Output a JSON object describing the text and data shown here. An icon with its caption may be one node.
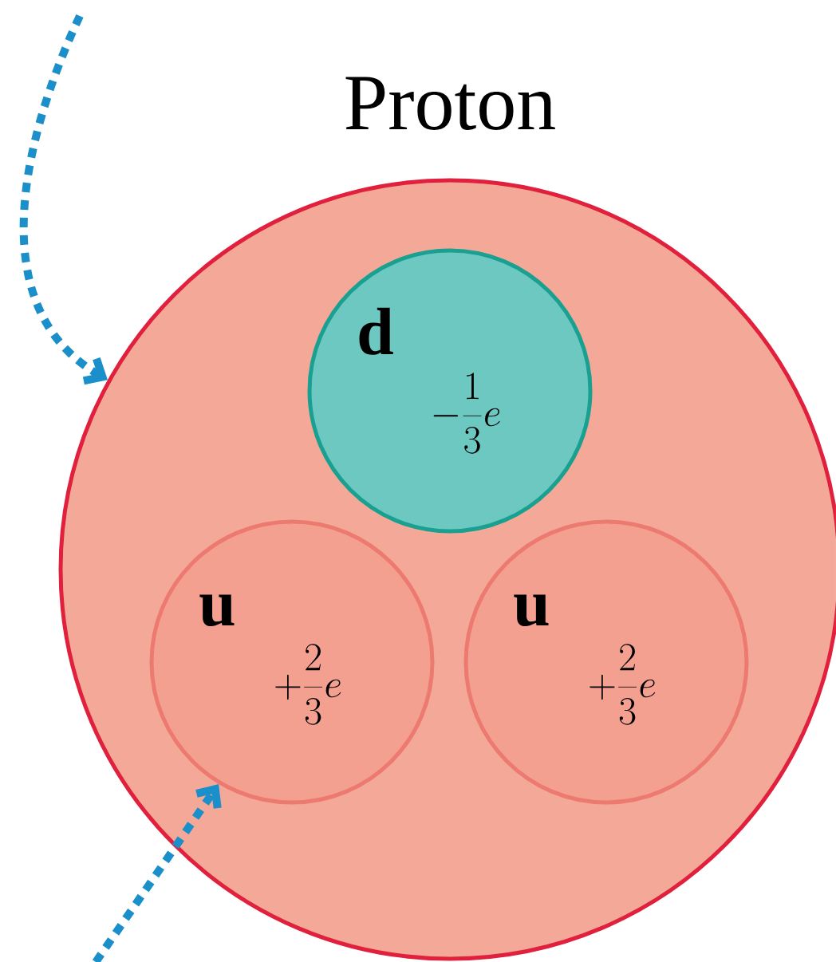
{
  "diagram": {
    "nodes": [
      {
        "text": [
          "Proton"
        ]
      },
      {
        "text": [
          "d",
          "-\\frac{1}{3}e"
        ],
        "in": 0
      },
      {
        "text": [
          "u",
          "+\\frac{2}{3}e"
        ],
        "in": 0
      },
      {
        "text": [
          "u",
          "+\\frac{2}{3}e"
        ],
        "in": 0
      }
    ],
    "edges": [
      {
        "from": null,
        "to": 0,
        "arrow": "to",
        "style": "dashed",
        "color": "#1a8fc9"
      },
      {
        "from": null,
        "to": 2,
        "arrow": "to",
        "style": "dashed",
        "color": "#1a8fc9"
      }
    ]
  }
}
